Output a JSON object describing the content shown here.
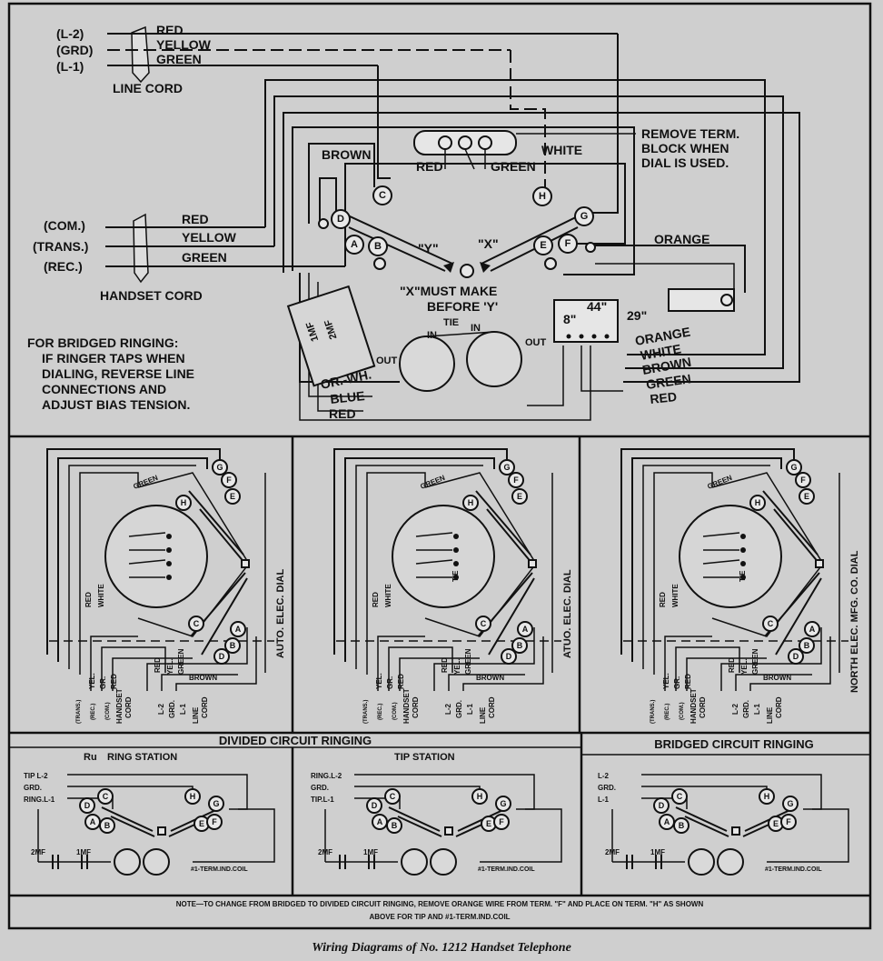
{
  "caption": "Wiring Diagrams of No. 1212 Handset Telephone",
  "main": {
    "line_cord": {
      "label": "LINE CORD",
      "leads": [
        {
          "code": "(L-2)",
          "color": "RED"
        },
        {
          "code": "(GRD)",
          "color": "YELLOW"
        },
        {
          "code": "(L-1)",
          "color": "GREEN"
        }
      ]
    },
    "handset_cord": {
      "label": "HANDSET CORD",
      "leads": [
        {
          "code": "(COM.)",
          "color": "RED"
        },
        {
          "code": "(TRANS.)",
          "color": "YELLOW"
        },
        {
          "code": "(REC.)",
          "color": "GREEN"
        }
      ]
    },
    "remove_note": [
      "REMOVE TERM.",
      "BLOCK WHEN",
      "DIAL IS USED."
    ],
    "wire_labels": {
      "brown": "BROWN",
      "white": "WHITE",
      "red": "RED",
      "green": "GREEN",
      "orange": "ORANGE"
    },
    "springs": {
      "y": "\"Y\"",
      "x": "\"X\""
    },
    "make_note": [
      "\"X\"MUST MAKE",
      "BEFORE 'Y'"
    ],
    "terminals": [
      "A",
      "B",
      "C",
      "D",
      "E",
      "F",
      "G",
      "H"
    ],
    "bridged_note": [
      "FOR BRIDGED RINGING:",
      "IF RINGER TAPS WHEN",
      "DIALING, REVERSE LINE",
      "CONNECTIONS AND",
      "ADJUST BIAS TENSION."
    ],
    "capacitor": {
      "top": "1MF",
      "bottom": "2MF"
    },
    "ringer": {
      "in_left": "IN",
      "tie": "TIE",
      "in_right": "IN",
      "out_left": "OUT",
      "out_right": "OUT"
    },
    "coil_taps": {
      "t8": "8\"",
      "t44": "44\"",
      "t29": "29\""
    },
    "left_leads": [
      "OR.-WH.",
      "BLUE",
      "RED"
    ],
    "right_leads": [
      "ORANGE",
      "WHITE",
      "BROWN",
      "GREEN",
      "RED"
    ]
  },
  "dials": [
    {
      "title": "AUTO. ELEC. DIAL"
    },
    {
      "title": "ATUO. ELEC. DIAL"
    },
    {
      "title": "NORTH ELEC. MFG. CO. DIAL"
    }
  ],
  "dial_labels": {
    "green": "GREEN",
    "red": "RED",
    "white": "WHITE",
    "brown": "BROWN",
    "yel": "YEL.",
    "gr": "GR.",
    "tie": "TIE",
    "trans": "(TRANS.)",
    "rec": "(REC.)",
    "com": "(COM.)",
    "handset": "HANDSET",
    "cord": "CORD",
    "l2": "L-2",
    "grd": "GRD.",
    "l1": "L-1",
    "line": "LINE"
  },
  "ringing": {
    "divided_title": "DIVIDED CIRCUIT RINGING",
    "bridged_title": "BRIDGED CIRCUIT RINGING",
    "panels": [
      {
        "title": "RING STATION",
        "prefix": "Ru",
        "leads": [
          "TIP L-2",
          "GRD.",
          "RING.L-1"
        ]
      },
      {
        "title": "TIP STATION",
        "prefix": "",
        "leads": [
          "RING.L-2",
          "GRD.",
          "TIP.L-1"
        ]
      },
      {
        "title": "",
        "prefix": "",
        "leads": [
          "L-2",
          "GRD.",
          "L-1"
        ]
      }
    ],
    "cap_2mf": "2MF",
    "cap_1mf": "1MF",
    "coil_label": "#1-TERM.IND.COIL"
  },
  "note": {
    "line1": "NOTE—TO CHANGE FROM BRIDGED TO DIVIDED CIRCUIT RINGING, REMOVE ORANGE WIRE FROM TERM. \"F\" AND PLACE ON TERM. \"H\" AS SHOWN",
    "line2": "ABOVE FOR TIP AND #1-TERM.IND.COIL"
  }
}
